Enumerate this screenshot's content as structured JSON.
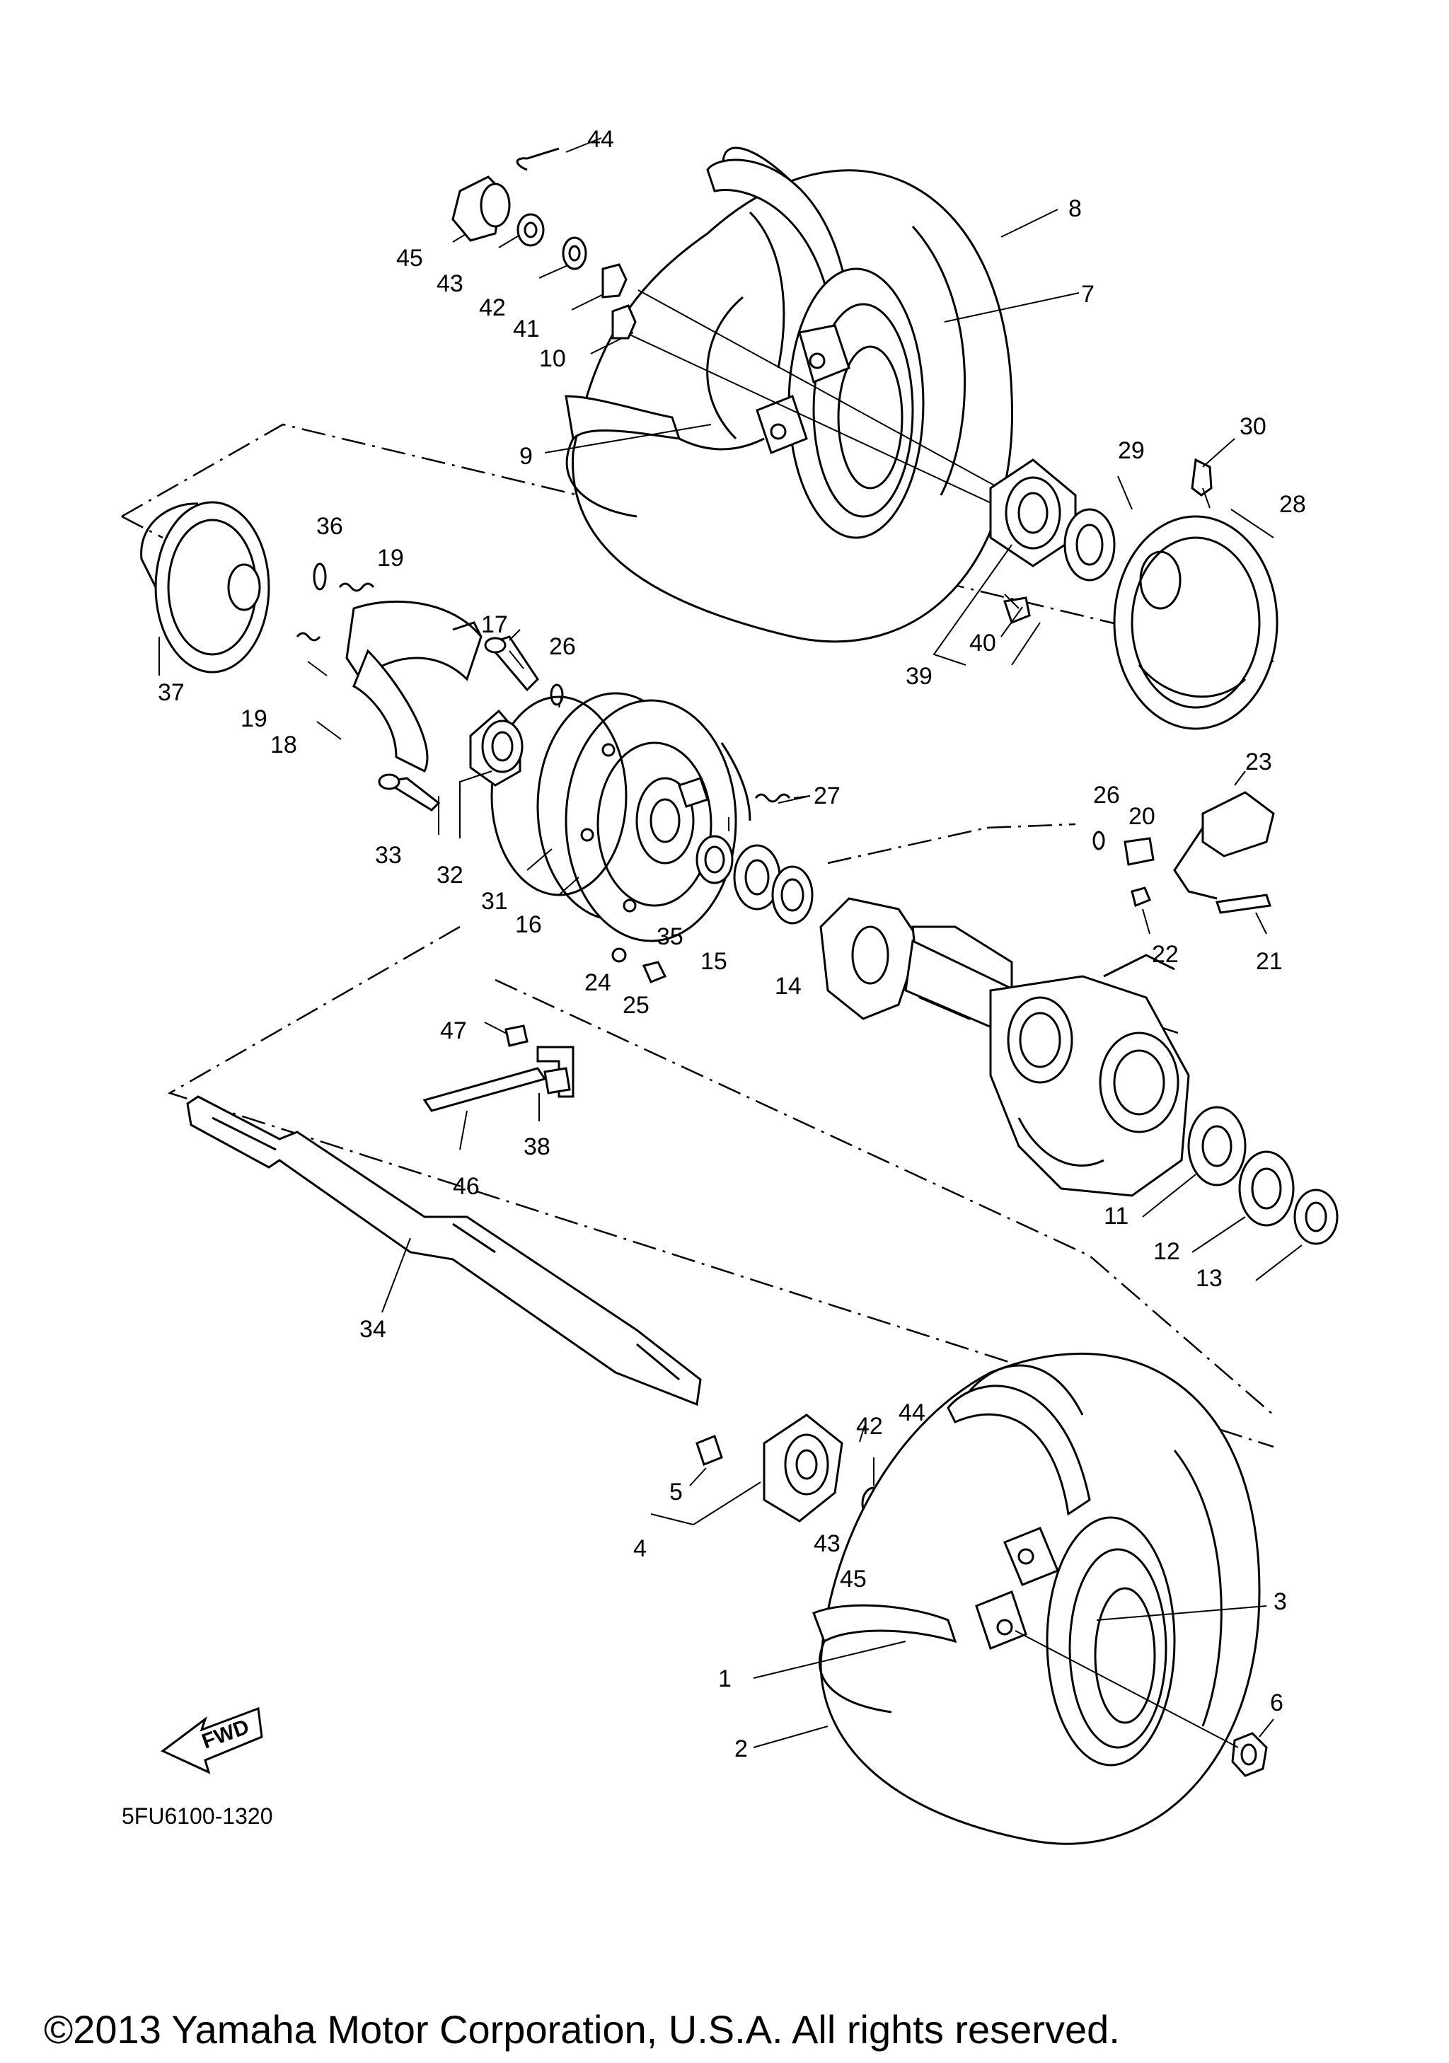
{
  "diagram_code": "5FU6100-1320",
  "copyright": "©2013 Yamaha Motor Corporation, U.S.A. All rights reserved.",
  "fwd_label": "FWD",
  "callouts": {
    "c1": "1",
    "c2": "2",
    "c3": "3",
    "c4": "4",
    "c5": "5",
    "c6": "6",
    "c7": "7",
    "c8": "8",
    "c9": "9",
    "c10": "10",
    "c11": "11",
    "c12": "12",
    "c13": "13",
    "c14": "14",
    "c15": "15",
    "c16": "16",
    "c17": "17",
    "c18": "18",
    "c19a": "19",
    "c19b": "19",
    "c20": "20",
    "c21": "21",
    "c22": "22",
    "c23": "23",
    "c24": "24",
    "c25": "25",
    "c26a": "26",
    "c26b": "26",
    "c27": "27",
    "c28": "28",
    "c29": "29",
    "c30": "30",
    "c31": "31",
    "c32": "32",
    "c33": "33",
    "c34": "34",
    "c35": "35",
    "c36": "36",
    "c37": "37",
    "c38": "38",
    "c39": "39",
    "c40": "40",
    "c41": "41",
    "c42a": "42",
    "c42b": "42",
    "c43a": "43",
    "c43b": "43",
    "c44a": "44",
    "c44b": "44",
    "c45a": "45",
    "c45b": "45",
    "c46": "46",
    "c47": "47"
  }
}
